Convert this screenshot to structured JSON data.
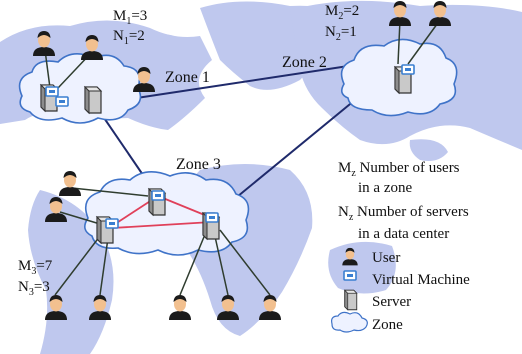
{
  "colors": {
    "land": "#bfc8ee",
    "land_edge": "#aeb9e6",
    "cloud_fill": "#eef2ff",
    "cloud_stroke": "#3f73c8",
    "link": "#1f2a6b",
    "vm_link": "#e0405a",
    "user_link": "#2f3d2f",
    "user_face": "#f2c08f",
    "user_body": "#1b1b1b",
    "vm_screen": "#ffffff",
    "vm_accent": "#3a7fd1",
    "server": "#b8b8b8"
  },
  "zones": {
    "z1": {
      "label": "Zone 1",
      "m": "M1=3",
      "n": "N1=2",
      "m_base": "M",
      "m_sub": "1",
      "m_val": "=3",
      "n_base": "N",
      "n_sub": "1",
      "n_val": "=2"
    },
    "z2": {
      "label": "Zone 2",
      "m_base": "M",
      "m_sub": "2",
      "m_val": "=2",
      "n_base": "N",
      "n_sub": "2",
      "n_val": "=1"
    },
    "z3": {
      "label": "Zone 3",
      "m_base": "M",
      "m_sub": "3",
      "m_val": "=7",
      "n_base": "N",
      "n_sub": "3",
      "n_val": "=3"
    }
  },
  "legend": {
    "mz_base": "M",
    "mz_sub": "z",
    "mz_text": " Number of users",
    "mz_text2": "in a zone",
    "nz_base": "N",
    "nz_sub": "z",
    "nz_text": " Number of servers",
    "nz_text2": "in a data center",
    "user": "User",
    "vm": "Virtual Machine",
    "server": "Server",
    "zone": "Zone"
  },
  "icons": [
    "user-icon",
    "virtual-machine-icon",
    "server-icon",
    "zone-cloud-icon"
  ]
}
